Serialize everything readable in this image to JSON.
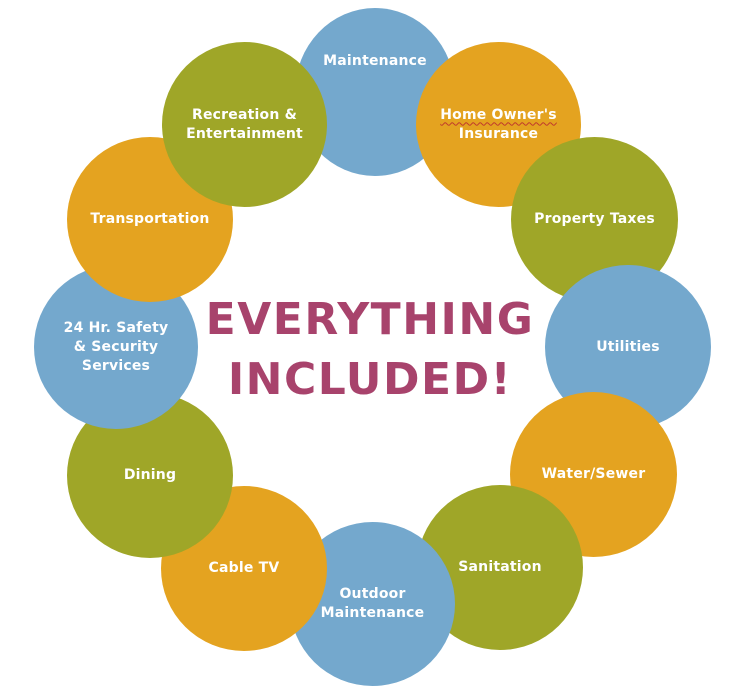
{
  "title": {
    "line1": "EVERYTHING",
    "line2": "INCLUDED!"
  },
  "colors": {
    "blue": "#74a8cd",
    "orange": "#e4a320",
    "olive": "#9fa628",
    "title": "#a8436c"
  },
  "items": [
    {
      "label": "Maintenance",
      "color": "blue"
    },
    {
      "label": "Home Owner's\nInsurance",
      "color": "orange"
    },
    {
      "label": "Property Taxes",
      "color": "olive"
    },
    {
      "label": "Utilities",
      "color": "blue"
    },
    {
      "label": "Water/Sewer",
      "color": "orange"
    },
    {
      "label": "Sanitation",
      "color": "olive"
    },
    {
      "label": "Outdoor\nMaintenance",
      "color": "blue"
    },
    {
      "label": "Cable TV",
      "color": "orange"
    },
    {
      "label": "Dining",
      "color": "olive"
    },
    {
      "label": "24 Hr. Safety\n& Security\nServices",
      "color": "blue"
    },
    {
      "label": "Transportation",
      "color": "orange"
    },
    {
      "label": "Recreation &\nEntertainment",
      "color": "olive"
    }
  ]
}
